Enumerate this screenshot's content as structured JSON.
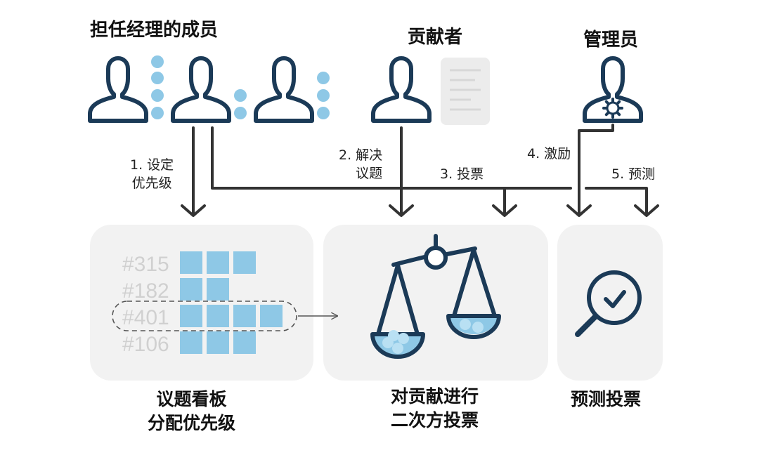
{
  "colors": {
    "dark": "#1b3a57",
    "accent": "#8ec8e6",
    "panel": "#f2f2f2",
    "ghost_text": "#d0d0d0",
    "arrow": "#333333"
  },
  "actors": {
    "managers_label": "担任经理的成员",
    "contributor_label": "贡献者",
    "admin_label": "管理员"
  },
  "steps": {
    "s1_line1": "1. 设定",
    "s1_line2": "优先级",
    "s2_line1": "2. 解决",
    "s2_line2": "议题",
    "s3": "3. 投票",
    "s4": "4. 激励",
    "s5": "5. 预测"
  },
  "panels": {
    "board": {
      "caption_line1": "议题看板",
      "caption_line2": "分配优先级",
      "issues": [
        {
          "id": "#315",
          "blocks": 3
        },
        {
          "id": "#182",
          "blocks": 2
        },
        {
          "id": "#401",
          "blocks": 4
        },
        {
          "id": "#106",
          "blocks": 3
        }
      ]
    },
    "vote": {
      "caption_line1": "对贡献进行",
      "caption_line2": "二次方投票",
      "icon": "balance-scale-icon"
    },
    "predict": {
      "caption": "预测投票",
      "icon": "magnifier-check-icon"
    }
  },
  "icons": {
    "person": "person-icon",
    "document": "document-icon",
    "admin": "person-gear-icon"
  }
}
